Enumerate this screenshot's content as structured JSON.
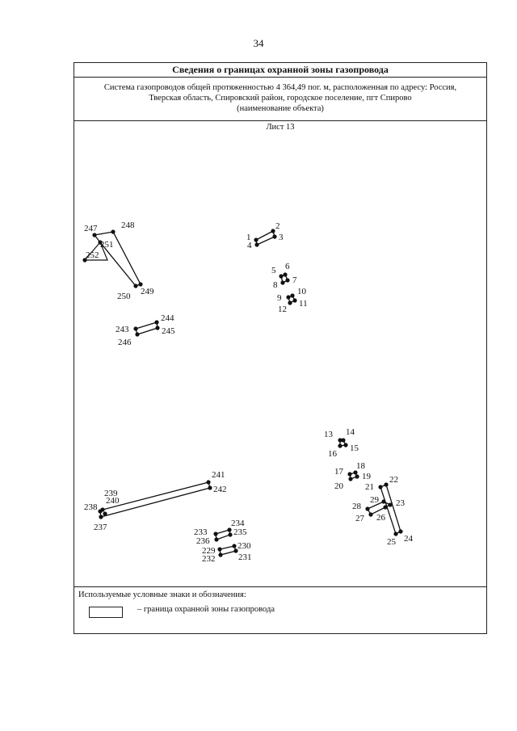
{
  "page_number": "34",
  "title": "Сведения о границах охранной зоны газопровода",
  "object": {
    "line1": "Система газопроводов общей протяженностью 4 364,49 пог. м, расположенная по адресу: Россия,",
    "line2": "Тверская область, Спировский район, городское поселение, пгт Спирово",
    "caption": "(наименование объекта)"
  },
  "sheet_label": "Лист 13",
  "legend": {
    "title": "Используемые условные знаки и обозначения:",
    "item": "– граница охранной зоны газопровода"
  },
  "points": [
    "1",
    "2",
    "3",
    "4",
    "5",
    "6",
    "7",
    "8",
    "9",
    "10",
    "11",
    "12",
    "13",
    "14",
    "15",
    "16",
    "17",
    "18",
    "19",
    "20",
    "21",
    "22",
    "23",
    "24",
    "25",
    "26",
    "27",
    "28",
    "29",
    "229",
    "230",
    "231",
    "232",
    "233",
    "234",
    "235",
    "236",
    "237",
    "238",
    "239",
    "240",
    "241",
    "242",
    "243",
    "244",
    "245",
    "246",
    "247",
    "248",
    "249",
    "250",
    "251",
    "252"
  ]
}
